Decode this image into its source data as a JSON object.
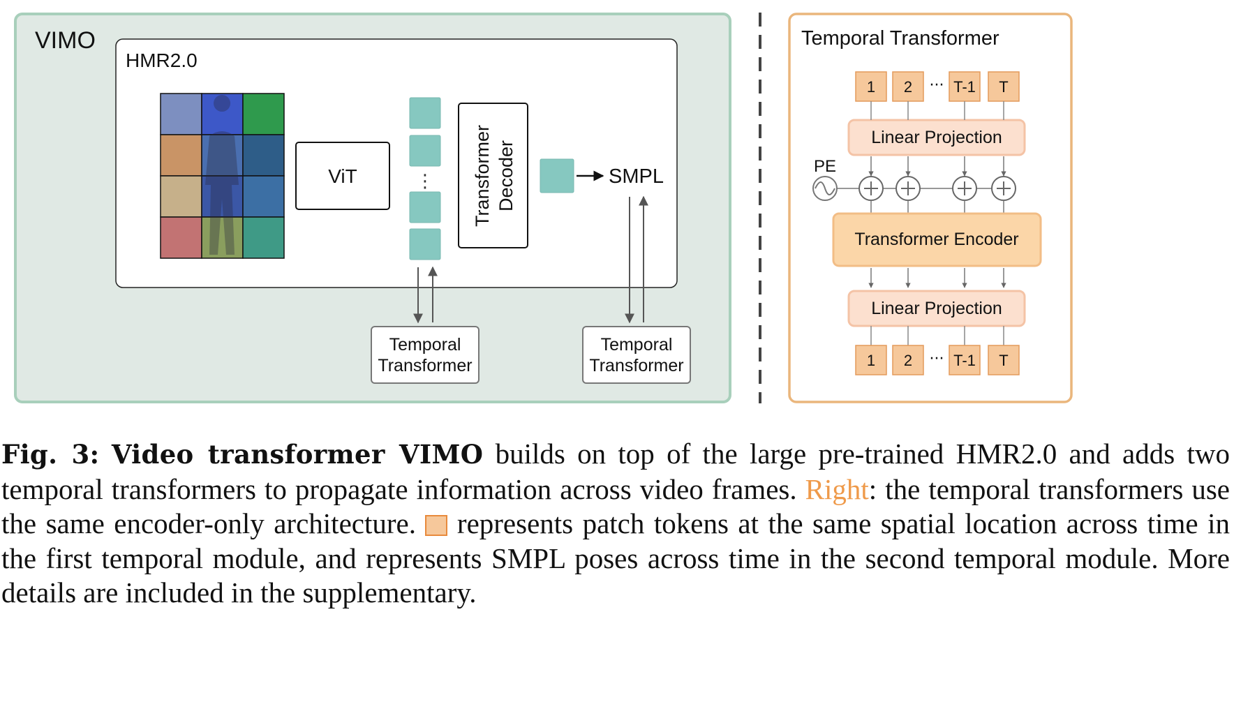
{
  "left_panel": {
    "title": "VIMO",
    "hmr_title": "HMR2.0",
    "vit_label": "ViT",
    "decoder_label_line1": "Transformer",
    "decoder_label_line2": "Decoder",
    "smpl_label": "SMPL",
    "dots": "⋮",
    "temporal_left_line1": "Temporal",
    "temporal_left_line2": "Transformer",
    "temporal_right_line1": "Temporal",
    "temporal_right_line2": "Transformer",
    "patch_colors": [
      "#7d8fc0",
      "#3d58c8",
      "#2f9a4d",
      "#c99466",
      "#4a6fb0",
      "#2e5d88",
      "#c6b08a",
      "#3b57a6",
      "#3c6fa4",
      "#c27373",
      "#8a9e5e",
      "#3f9a86"
    ]
  },
  "right_panel": {
    "title": "Temporal Transformer",
    "tokens_top": [
      "1",
      "2",
      "T-1",
      "T"
    ],
    "ellipsis": "···",
    "linear_top": "Linear Projection",
    "pe_label": "PE",
    "encoder": "Transformer Encoder",
    "linear_bottom": "Linear Projection",
    "tokens_bottom": [
      "1",
      "2",
      "T-1",
      "T"
    ]
  },
  "caption": {
    "fig_label": "Fig. 3:",
    "bold_title": "Video transformer VIMO",
    "text1": " builds on top of the large pre-trained HMR2.0 and adds two temporal transformers to propagate information across video frames. ",
    "highlight": "Right",
    "text2": ": the temporal transformers use the same encoder-only architecture. ",
    "text3": " represents patch tokens at the same spatial location across time in the first temporal module, and represents SMPL poses across time in the second temporal module. More details are included in the supplementary."
  },
  "colors": {
    "vimo_bg": "#e0e9e4",
    "vimo_border": "#a8cfbb",
    "token_teal": "#86c8c0",
    "orange_border": "#eab67c",
    "orange_fill": "#f6c89b",
    "caption_highlight": "#ef9a4a"
  }
}
